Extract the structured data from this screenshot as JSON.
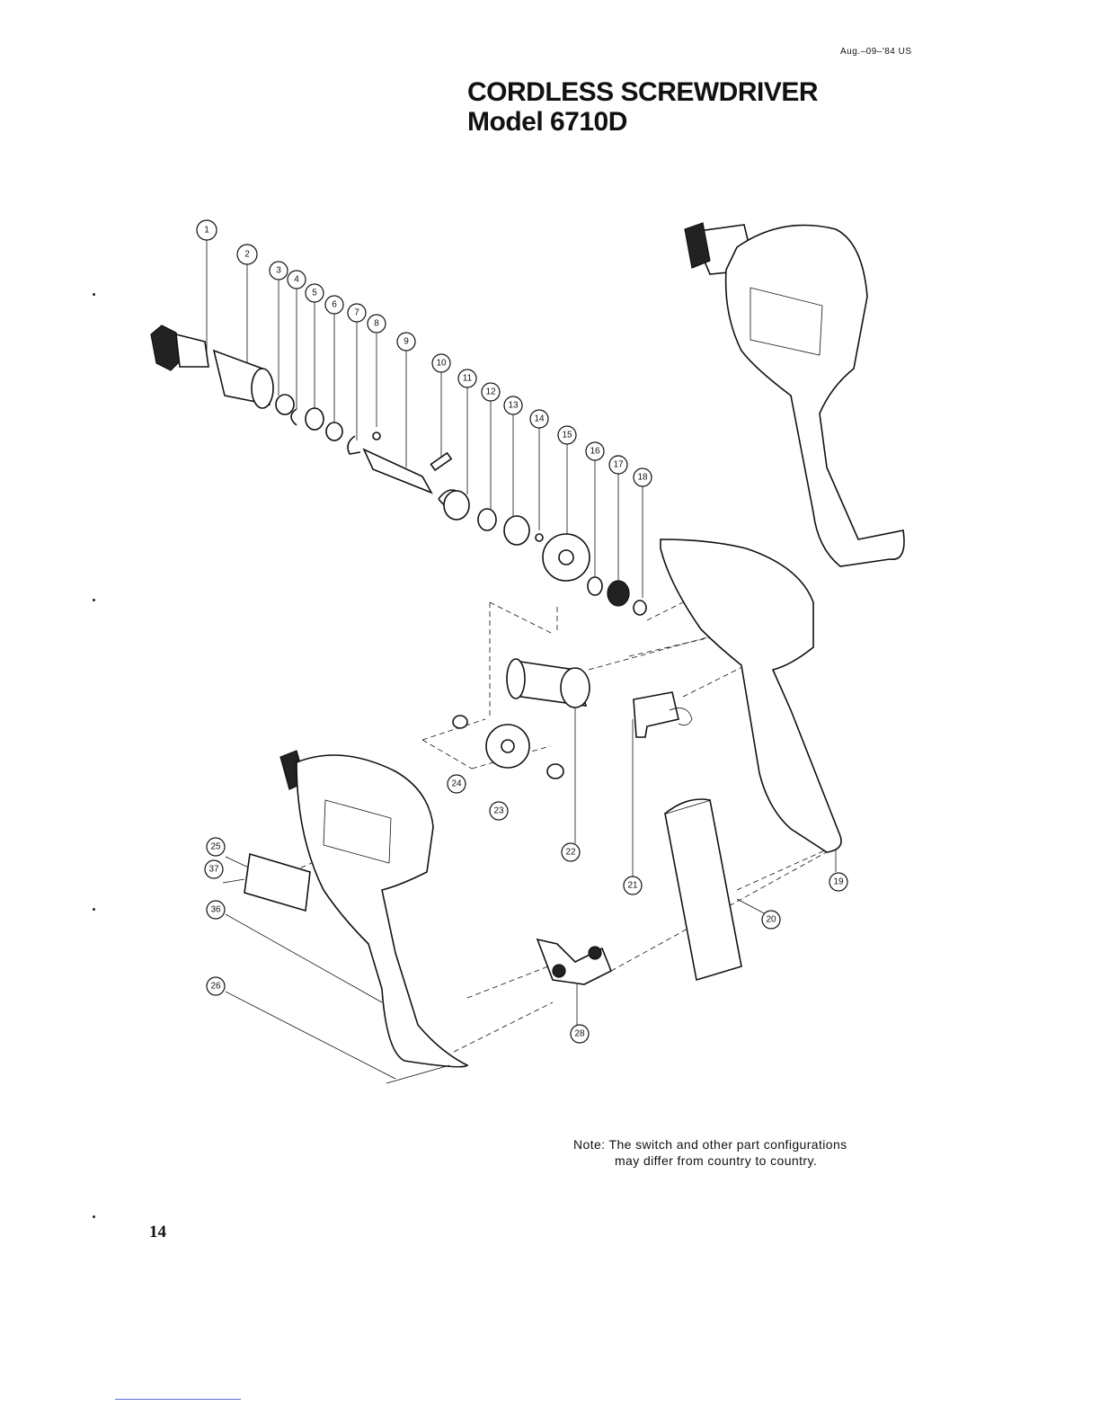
{
  "header": {
    "date_code": "Aug.–09–'84 US",
    "title_line1": "CORDLESS SCREWDRIVER",
    "title_line2": "Model 6710D"
  },
  "callouts": [
    "1",
    "2",
    "3",
    "4",
    "5",
    "6",
    "7",
    "8",
    "9",
    "10",
    "11",
    "12",
    "13",
    "14",
    "15",
    "16",
    "17",
    "18",
    "19",
    "20",
    "21",
    "22",
    "23",
    "24",
    "25",
    "37",
    "36",
    "26",
    "28"
  ],
  "note": {
    "line1": "Note: The switch and other part configurations",
    "line2": "may differ from country to country."
  },
  "footer": {
    "page_number": "14"
  }
}
